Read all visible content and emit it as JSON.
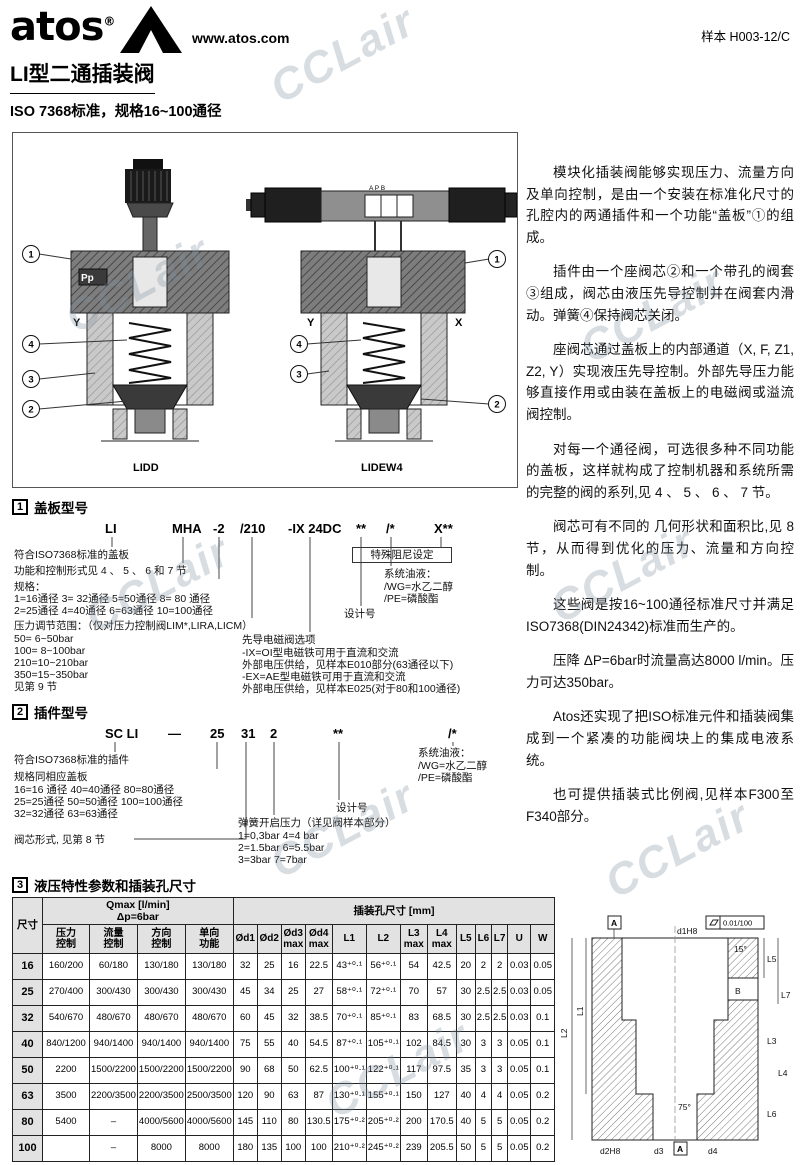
{
  "watermark": {
    "text": "CCLair"
  },
  "header": {
    "logo_text": "atos",
    "logo_reg": "®",
    "website": "www.atos.com",
    "doc_ref": "样本  H003-12/C"
  },
  "title": {
    "main": "LI型二通插装阀",
    "sub": "ISO 7368标准，规格16~100通径"
  },
  "figures": {
    "left_caption": "LIDD",
    "right_caption": "LIDEW4",
    "pp": "Pp",
    "y": "Y",
    "x": "X",
    "valve_label": "A P B",
    "callout1": "1",
    "callout2": "2",
    "callout3": "3",
    "callout4": "4"
  },
  "intro": {
    "paragraphs": [
      "模块化插装阀能够实现压力、流量方向及单向控制，是由一个安装在标准化尺寸的孔腔内的两通插件和一个功能“盖板”①的组成。",
      "插件由一个座阀芯②和一个带孔的阀套③组成，阀芯由液压先导控制并在阀套内滑动。弹簧④保持阀芯关闭。",
      "座阀芯通过盖板上的内部通道（X, F, Z1, Z2, Y）实现液压先导控制。外部先导压力能够直接作用或由装在盖板上的电磁阀或溢流阀控制。",
      "对每一个通径阀，可选很多种不同功能的盖板，这样就构成了控制机器和系统所需的完整的阀的系列,见 4 、 5 、 6 、 7 节。",
      "阀芯可有不同的 几何形状和面积比,见 8 节，从而得到优化的压力、流量和方向控制。",
      "这些阀是按16~100通径标准尺寸并满足ISO7368(DIN24342)标准而生产的。",
      "压降 ΔP=6bar时流量高达8000 l/min。压力可达350bar。",
      "Atos还实现了把ISO标准元件和插装阀集成到一个紧凑的功能阀块上的集成电液系统。",
      "也可提供插装式比例阀,见样本F300至F340部分。"
    ]
  },
  "section1": {
    "num": "1",
    "title": "盖板型号",
    "code": [
      "LI",
      "MHA",
      "-2",
      "/210",
      "-IX 24DC",
      "**",
      "/*",
      "X**"
    ],
    "labels": {
      "cover_std": "符合ISO7368标准的盖板",
      "function": "功能和控制形式见 4 、 5 、 6 和 7 节",
      "size_title": "规格：",
      "size_line1": "1=16通径 3= 32通径 5=50通径 8= 80 通径",
      "size_line2": "2=25通径 4=40通径 6=63通径 10=100通径",
      "pressure_title": "压力调节范围：（仅对压力控制阀LIM*,LIRA,LICM）",
      "pressure_l1": "50=  6~50bar",
      "pressure_l2": "100=  8~100bar",
      "pressure_l3": "210=10~210bar",
      "pressure_l4": "350=15~350bar",
      "pressure_note": "见第 9 节",
      "damping": "特殊阻尼设定",
      "fluid_title": "系统油液：",
      "fluid_wg": "/WG=水乙二醇",
      "fluid_pe": "/PE=磷酸酯",
      "design": "设计号",
      "pilot_title": "先导电磁阀选项",
      "pilot_l1": "-IX=OI型电磁铁可用于直流和交流",
      "pilot_l2": "外部电压供给，见样本E010部分(63通径以下)",
      "pilot_l3": "-EX=AE型电磁铁可用于直流和交流",
      "pilot_l4": "外部电压供给，见样本E025(对于80和100通径)"
    }
  },
  "section2": {
    "num": "2",
    "title": "插件型号",
    "code": [
      "SC LI",
      "—",
      "25",
      "31",
      "2",
      "**",
      "/*"
    ],
    "labels": {
      "cartridge_std": "符合ISO7368标准的插件",
      "size_title": "规格同相应盖板",
      "size_line1": "16=16 通径   40=40通径   80=80通径",
      "size_line2": "25=25通径   50=50通径   100=100通径",
      "size_line3": "32=32通径   63=63通径",
      "spool": "阀芯形式, 见第 8 节",
      "fluid_title": "系统油液：",
      "fluid_wg": "/WG=水乙二醇",
      "fluid_pe": "/PE=磷酸酯",
      "design": "设计号",
      "spring_title": "弹簧开启压力（详见阀样本部分）",
      "spring_l1": "1=0,3bar   4=4   bar",
      "spring_l2": "2=1.5bar   6=5.5bar",
      "spring_l3": "3=3bar    7=7bar"
    }
  },
  "table": {
    "num": "3",
    "title": "液压特性参数和插装孔尺寸",
    "header": {
      "size": "尺寸",
      "qmax": "Qmax [l/min]\nΔp=6bar",
      "cavity": "插装孔尺寸 [mm]",
      "qmax_cols": [
        "压力\n控制",
        "流量\n控制",
        "方向\n控制",
        "单向\n功能"
      ],
      "dim_cols": [
        "Ød1",
        "Ød2",
        "Ød3\nmax",
        "Ød4\nmax",
        "L1",
        "L2",
        "L3\nmax",
        "L4\nmax",
        "L5",
        "L6",
        "L7",
        "U",
        "W"
      ]
    },
    "rows": [
      {
        "size": "16",
        "q": [
          "160/200",
          "60/180",
          "130/180",
          "130/180"
        ],
        "d": [
          "32",
          "25",
          "16",
          "22.5",
          "43⁺⁰·¹",
          "56⁺⁰·¹",
          "54",
          "42.5",
          "20",
          "2",
          "2",
          "0.03",
          "0.05"
        ]
      },
      {
        "size": "25",
        "q": [
          "270/400",
          "300/430",
          "300/430",
          "300/430"
        ],
        "d": [
          "45",
          "34",
          "25",
          "27",
          "58⁺⁰·¹",
          "72⁺⁰·¹",
          "70",
          "57",
          "30",
          "2.5",
          "2.5",
          "0.03",
          "0.05"
        ]
      },
      {
        "size": "32",
        "q": [
          "540/670",
          "480/670",
          "480/670",
          "480/670"
        ],
        "d": [
          "60",
          "45",
          "32",
          "38.5",
          "70⁺⁰·¹",
          "85⁺⁰·¹",
          "83",
          "68.5",
          "30",
          "2.5",
          "2.5",
          "0.03",
          "0.1"
        ]
      },
      {
        "size": "40",
        "q": [
          "840/1200",
          "940/1400",
          "940/1400",
          "940/1400"
        ],
        "d": [
          "75",
          "55",
          "40",
          "54.5",
          "87⁺⁰·¹",
          "105⁺⁰·¹",
          "102",
          "84.5",
          "30",
          "3",
          "3",
          "0.05",
          "0.1"
        ]
      },
      {
        "size": "50",
        "q": [
          "2200",
          "1500/2200",
          "1500/2200",
          "1500/2200"
        ],
        "d": [
          "90",
          "68",
          "50",
          "62.5",
          "100⁺⁰·¹",
          "122⁺⁰·¹",
          "117",
          "97.5",
          "35",
          "3",
          "3",
          "0.05",
          "0.1"
        ]
      },
      {
        "size": "63",
        "q": [
          "3500",
          "2200/3500",
          "2200/3500",
          "2500/3500"
        ],
        "d": [
          "120",
          "90",
          "63",
          "87",
          "130⁺⁰·¹",
          "155⁺⁰·¹",
          "150",
          "127",
          "40",
          "4",
          "4",
          "0.05",
          "0.2"
        ]
      },
      {
        "size": "80",
        "q": [
          "5400",
          "–",
          "4000/5600",
          "4000/5600"
        ],
        "d": [
          "145",
          "110",
          "80",
          "130.5",
          "175⁺⁰·²",
          "205⁺⁰·²",
          "200",
          "170.5",
          "40",
          "5",
          "5",
          "0.05",
          "0.2"
        ]
      },
      {
        "size": "100",
        "q": [
          "",
          "–",
          "8000",
          "8000"
        ],
        "d": [
          "180",
          "135",
          "100",
          "100",
          "210⁺⁰·²",
          "245⁺⁰·²",
          "239",
          "205.5",
          "50",
          "5",
          "5",
          "0.05",
          "0.2"
        ]
      }
    ]
  },
  "dim": {
    "d1": "d1H8",
    "d2": "d2H8",
    "d3": "d3",
    "d4": "d4",
    "l1": "L1",
    "l2": "L2",
    "l3": "L3",
    "l4": "L4",
    "l5": "L5",
    "l6": "L6",
    "l7": "L7",
    "b": "B",
    "datum": "A",
    "flatness": "0.01/100",
    "angle_top": "15°",
    "angle_seat": "75°"
  }
}
